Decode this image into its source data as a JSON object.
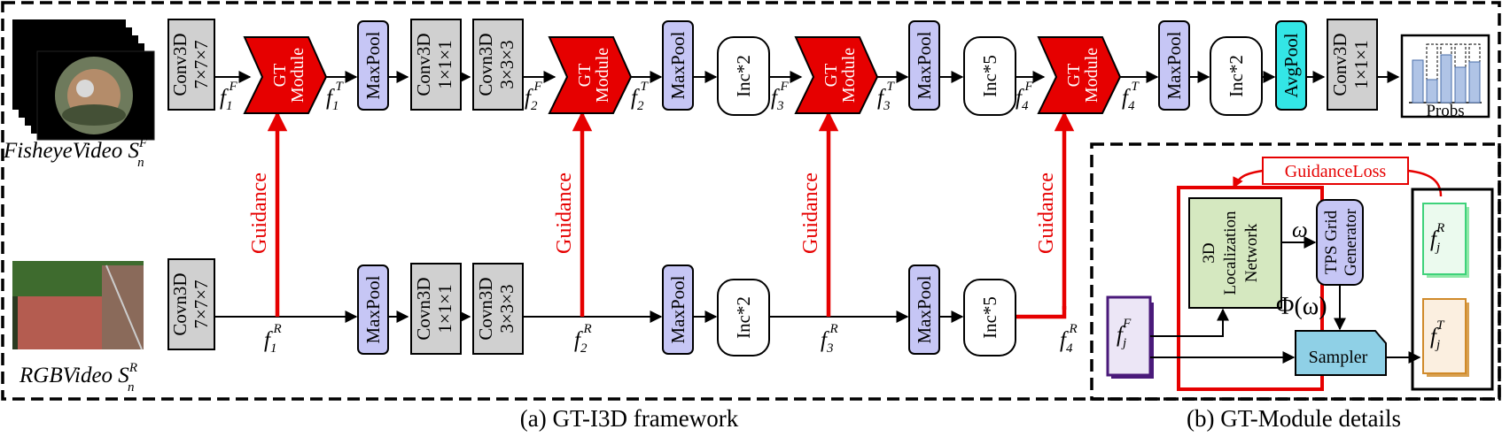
{
  "captions": {
    "a": "(a) GT-I3D framework",
    "b": "(b) GT-Module details"
  },
  "videos": {
    "fisheye": {
      "label": "FisheyeVideo S",
      "sup": "F",
      "sub": "n"
    },
    "rgb": {
      "label": "RGBVideo S",
      "sup": "R",
      "sub": "n"
    }
  },
  "blocks": {
    "conv3d": "Conv3D",
    "covn3d": "Covn3D",
    "k7": "7×7×7",
    "k1": "1×1×1",
    "k3": "3×3×3",
    "maxpool": "MaxPool",
    "avgpool": "AvgPool",
    "inc2": "Inc*2",
    "inc5": "Inc*5",
    "gt_line1": "GT",
    "gt_line2": "Module",
    "probs": "Probs"
  },
  "guidance": "Guidance",
  "features": {
    "base": "f",
    "sup_F": "F",
    "sup_T": "T",
    "sup_R": "R",
    "subs": [
      "1",
      "2",
      "3",
      "4"
    ],
    "sub_j": "j"
  },
  "module": {
    "loss": "GuidanceLoss",
    "loc_line1": "3D",
    "loc_line2": "Localization",
    "loc_line3": "Network",
    "tps_line1": "TPS Grid",
    "tps_line2": "Generator",
    "omega": "ω",
    "phi": "Φ(ω)",
    "sampler": "Sampler"
  },
  "colors": {
    "gray": "#d0d0d0",
    "lavender": "#c6c6f5",
    "cyan": "#33e6e6",
    "red": "#e60000",
    "green_box": "#d5e8c0",
    "sampler": "#8fd0e6"
  }
}
